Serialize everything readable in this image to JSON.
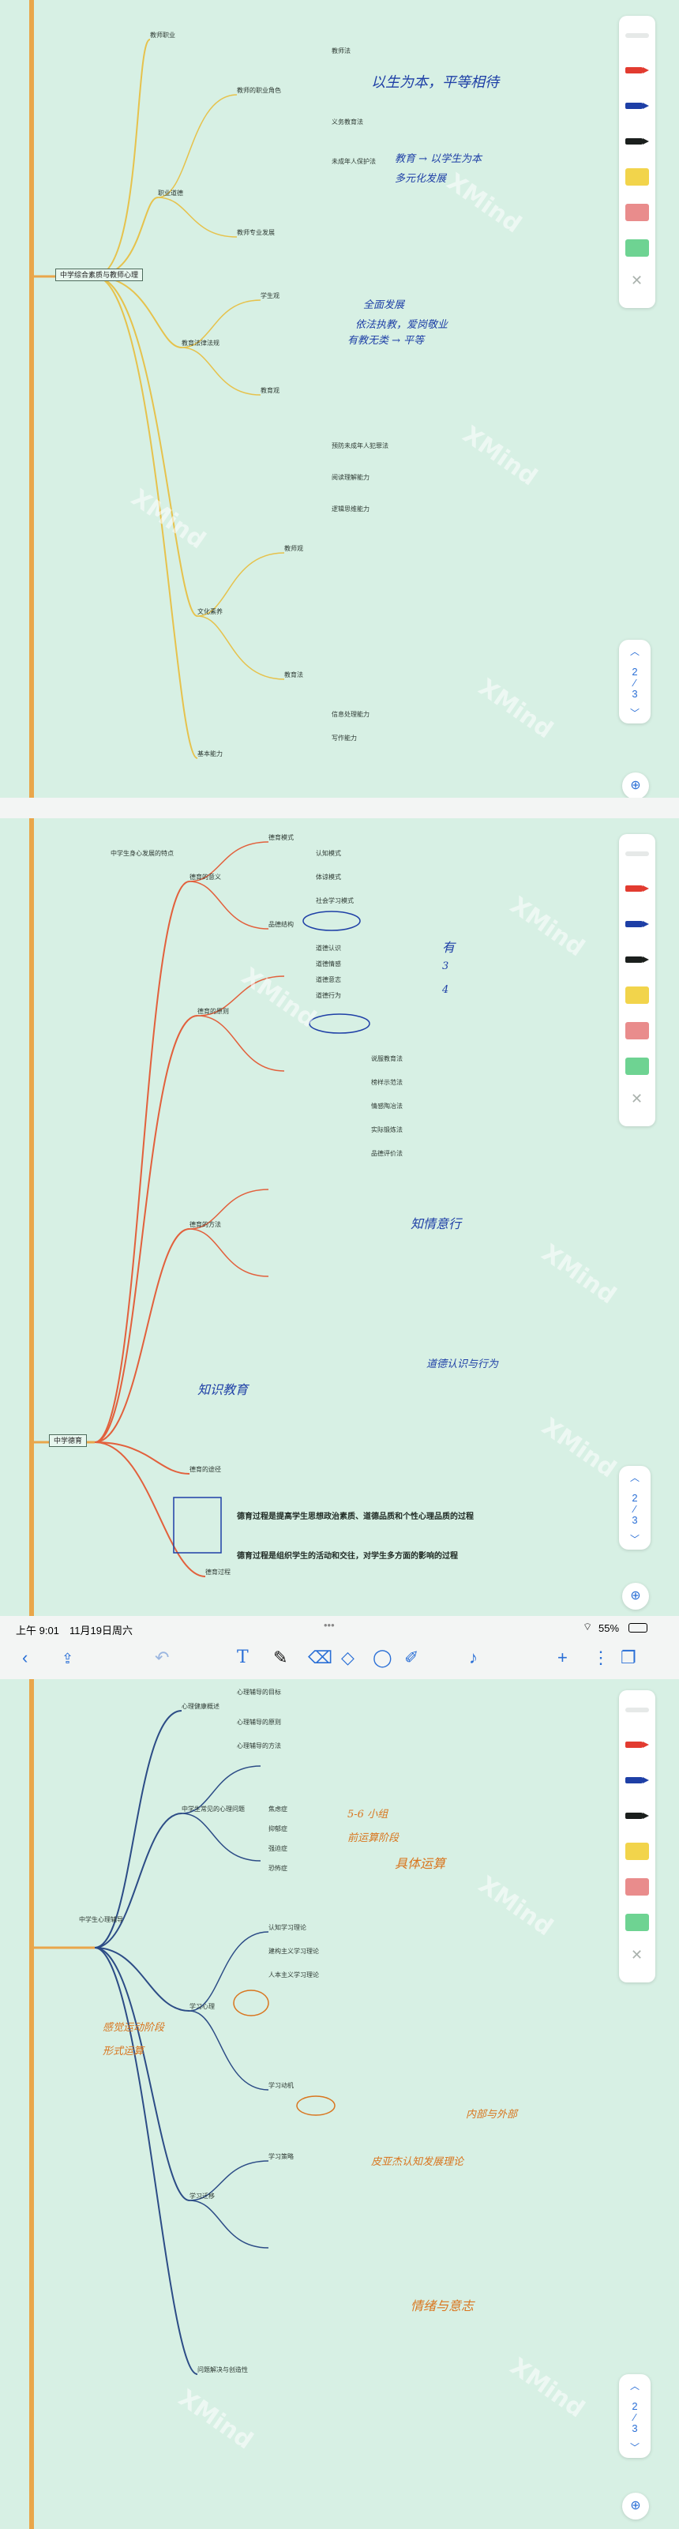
{
  "status_bar": {
    "time": "上午 9:01",
    "date": "11月19日周六",
    "battery": "55%"
  },
  "pages": {
    "page_label_1": "2",
    "page_label_2": "3",
    "watermark": "XMind"
  },
  "panel1": {
    "root": "中学综合素质与教师心理",
    "topics": [
      "教师职业",
      "职业道德",
      "教育法律法规",
      "文化素养",
      "基本能力",
      "教师的职业角色",
      "教师专业发展",
      "学生观",
      "教育观",
      "教师观",
      "教育法",
      "教师法",
      "义务教育法",
      "未成年人保护法",
      "预防未成年人犯罪法",
      "阅读理解能力",
      "逻辑思维能力",
      "信息处理能力",
      "写作能力"
    ],
    "ink": [
      "以生为本，平等相待",
      "教育 → 以学生为本",
      "多元化发展",
      "全面发展",
      "依法执教，爱岗敬业",
      "有教无类 → 平等"
    ]
  },
  "panel2": {
    "root": "中学德育",
    "topics": [
      "中学生身心发展的特点",
      "德育的意义",
      "德育的原则",
      "德育的方法",
      "德育的途径",
      "德育过程",
      "德育模式",
      "认知模式",
      "体谅模式",
      "社会学习模式",
      "品德结构",
      "道德认识",
      "道德情感",
      "道德意志",
      "道德行为",
      "说服教育法",
      "榜样示范法",
      "情感陶冶法",
      "实际锻炼法",
      "品德评价法"
    ],
    "highlight_1": "德育过程是提高学生思想政治素质、道德品质和个性心理品质的过程",
    "highlight_2": "德育过程是组织学生的活动和交往，对学生多方面的影响的过程",
    "ink": [
      "有",
      "3",
      "4",
      "知情意行",
      "道德认识与行为",
      "知识教育"
    ]
  },
  "panel3": {
    "root": "中学生心理辅导",
    "topics": [
      "心理健康概述",
      "心理辅导的目标",
      "心理辅导的原则",
      "心理辅导的方法",
      "中学生常见的心理问题",
      "焦虑症",
      "抑郁症",
      "强迫症",
      "恐怖症",
      "学习心理",
      "认知学习理论",
      "建构主义学习理论",
      "人本主义学习理论",
      "学习动机",
      "学习迁移",
      "学习策略",
      "问题解决与创造性"
    ],
    "ink_orange": [
      "5-6 小组",
      "前运算阶段",
      "具体运算",
      "感觉运动阶段",
      "形式运算",
      "内部与外部",
      "皮亚杰认知发展理论",
      "情绪与意志"
    ]
  },
  "toolbar": {
    "pens": [
      {
        "name": "gray-pen",
        "color": "#9aa3a0"
      },
      {
        "name": "red-pen",
        "color": "#e23b30"
      },
      {
        "name": "blue-pen",
        "color": "#1e3fa6"
      },
      {
        "name": "dark-pen",
        "color": "#1b1f1d"
      },
      {
        "name": "yellow-highlighter",
        "color": "#f2d44b"
      },
      {
        "name": "red-highlighter",
        "color": "#e98c8c"
      },
      {
        "name": "green-highlighter",
        "color": "#6ed392"
      }
    ]
  },
  "icons": [
    "back-chevron-icon",
    "share-icon",
    "undo-icon",
    "text-tool-icon",
    "pen-icon",
    "eraser-icon",
    "lasso-icon",
    "shape-icon",
    "highlighter-icon",
    "mic-icon",
    "add-icon",
    "more-icon",
    "pages-icon",
    "zoom-icon",
    "close-icon",
    "chevron-up-icon",
    "chevron-down-icon"
  ]
}
